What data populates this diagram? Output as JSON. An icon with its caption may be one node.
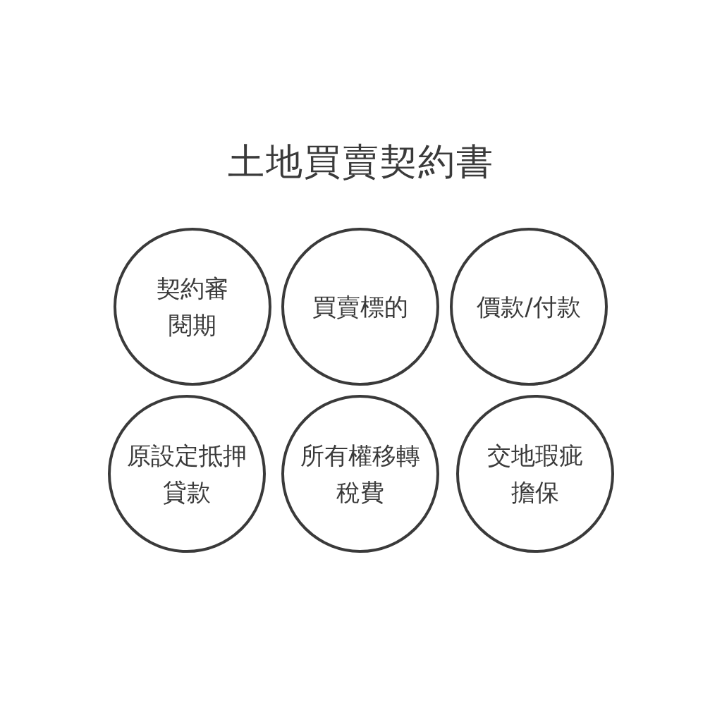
{
  "diagram": {
    "title": "土地買賣契約書",
    "nodes": [
      {
        "text": [
          "契約審閱期"
        ]
      },
      {
        "text": [
          "買賣標的"
        ]
      },
      {
        "text": [
          "價款/付款"
        ]
      },
      {
        "text": [
          "原設定抵押貸款"
        ]
      },
      {
        "text": [
          "所有權移轉稅費"
        ]
      },
      {
        "text": [
          "交地瑕疵擔保"
        ]
      }
    ]
  }
}
